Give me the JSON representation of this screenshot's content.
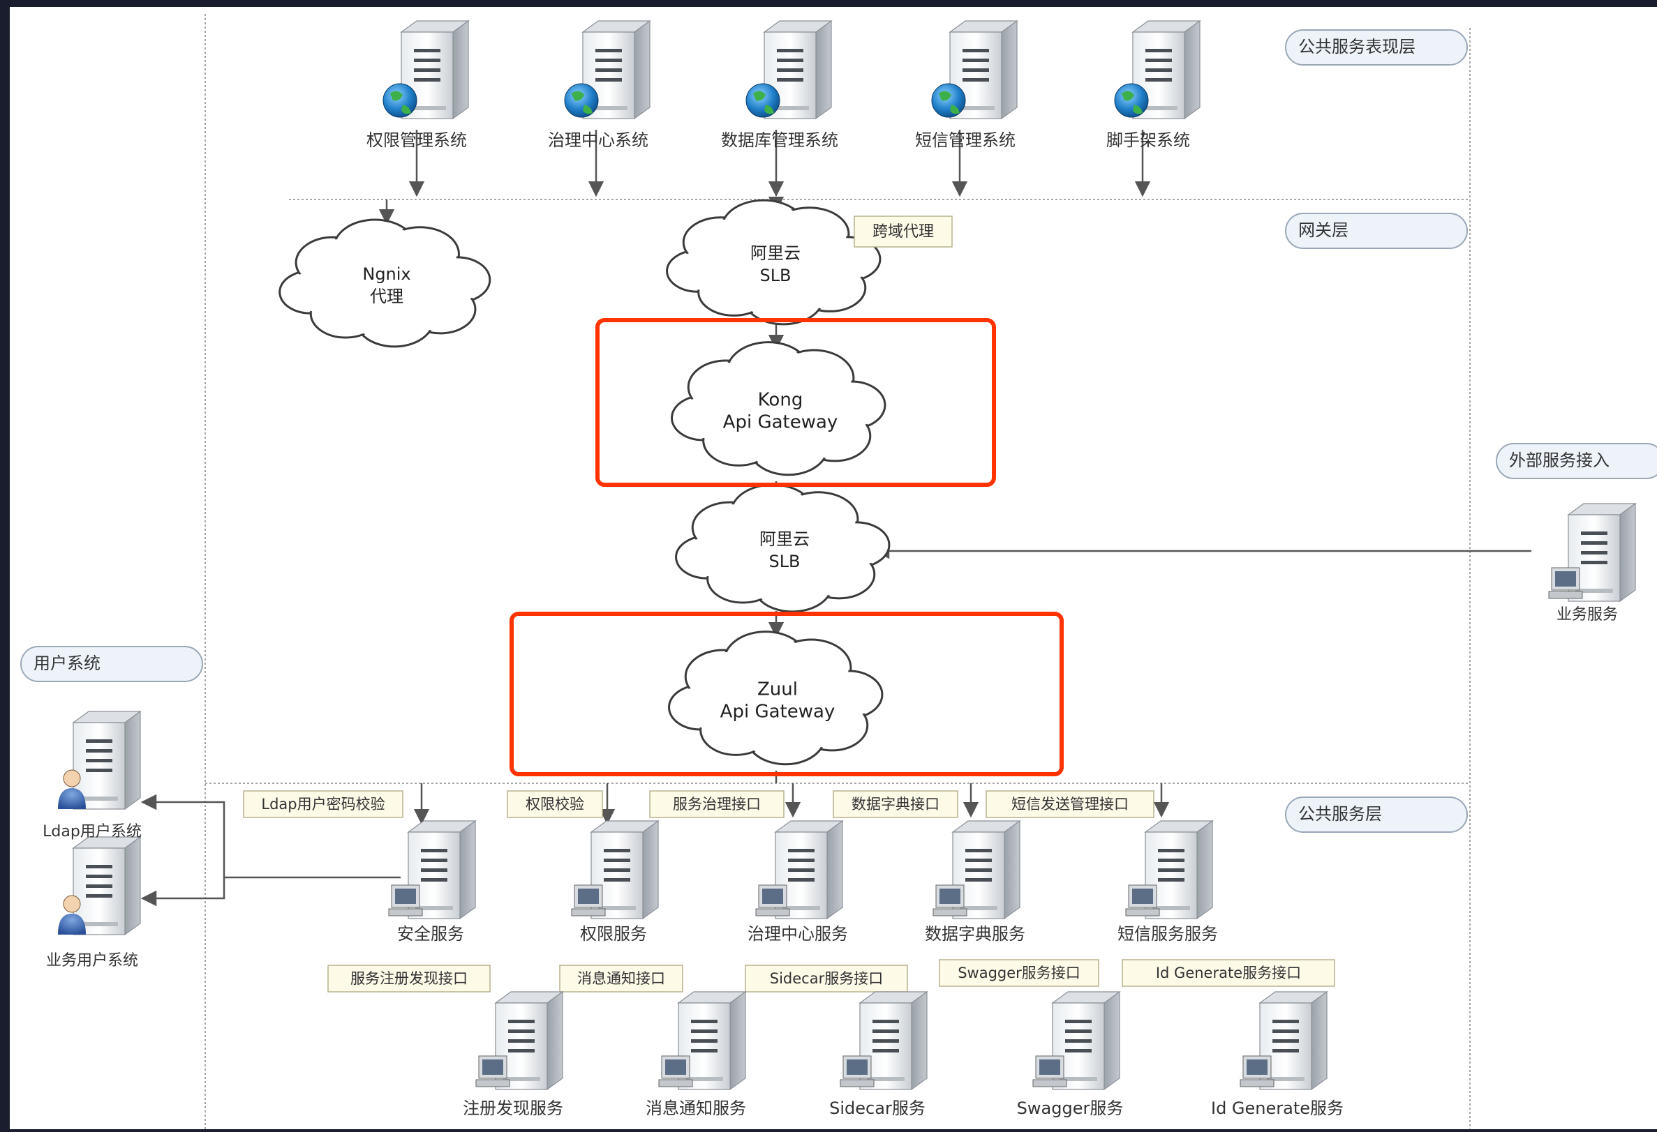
{
  "layers": {
    "presentation": "公共服务表现层",
    "gateway": "网关层",
    "external": "外部服务接入",
    "user_system": "用户系统",
    "public_service": "公共服务层"
  },
  "top_systems": [
    "权限管理系统",
    "治理中心系统",
    "数据库管理系统",
    "短信管理系统",
    "脚手架系统"
  ],
  "clouds": {
    "nginx": [
      "Ngnix",
      "代理"
    ],
    "slb_top": [
      "阿里云",
      "SLB"
    ],
    "kong": [
      "Kong",
      "Api Gateway"
    ],
    "slb_mid": [
      "阿里云",
      "SLB"
    ],
    "zuul": [
      "Zuul",
      "Api Gateway"
    ]
  },
  "cross_domain_label": "跨域代理",
  "external_server_label": "业务服务",
  "user_systems": [
    "Ldap用户系统",
    "业务用户系统"
  ],
  "interface_labels_top": [
    "Ldap用户密码校验",
    "权限校验",
    "服务治理接口",
    "数据字典接口",
    "短信发送管理接口"
  ],
  "services_row1": [
    "安全服务",
    "权限服务",
    "治理中心服务",
    "数据字典服务",
    "短信服务服务"
  ],
  "interface_labels_mid": [
    "服务注册发现接口",
    "消息通知接口",
    "Sidecar服务接口",
    "Swagger服务接口",
    "Id Generate服务接口"
  ],
  "services_row2": [
    "注册发现服务",
    "消息通知服务",
    "Sidecar服务",
    "Swagger服务",
    "Id Generate服务"
  ],
  "colors": {
    "highlight": "#ff3300",
    "label_bg": "#fdfae8",
    "pill_bg": "#eef3fa",
    "line": "#555555"
  }
}
